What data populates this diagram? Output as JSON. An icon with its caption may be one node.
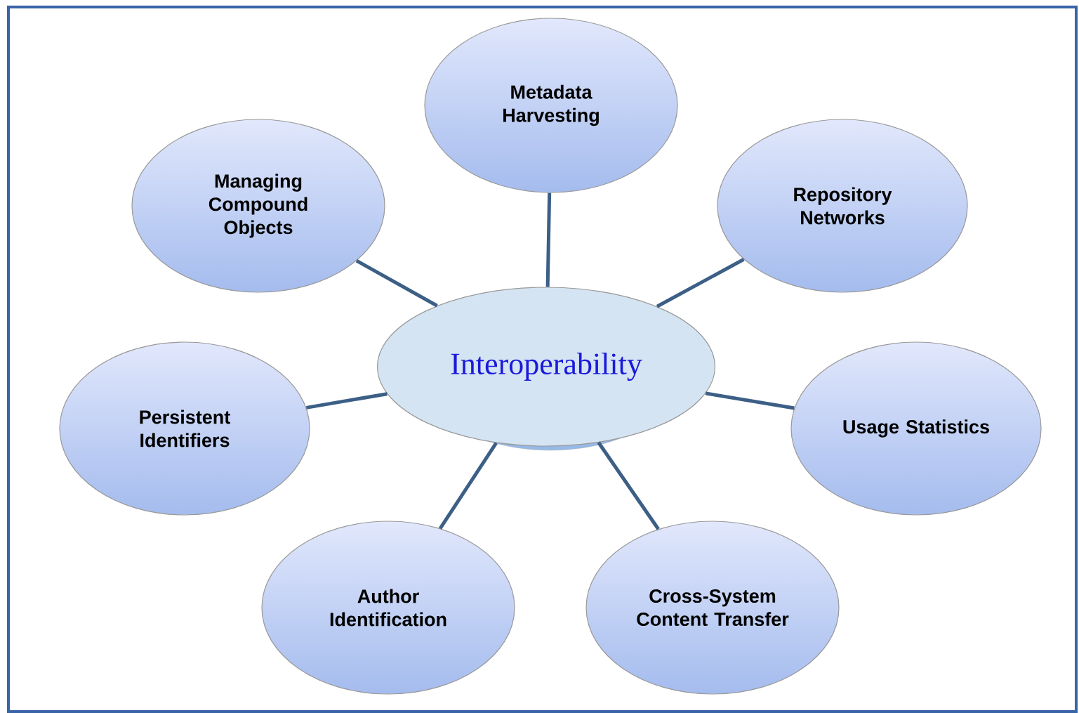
{
  "diagram": {
    "nodes": [
      {
        "text": [
          "Interoperability"
        ]
      },
      {
        "text": [
          "Metadata Harvesting"
        ]
      },
      {
        "text": [
          "Repository Networks"
        ]
      },
      {
        "text": [
          "Usage Statistics"
        ]
      },
      {
        "text": [
          "Cross-System Content Transfer"
        ]
      },
      {
        "text": [
          "Author Identification"
        ]
      },
      {
        "text": [
          "Persistent Identifiers"
        ]
      },
      {
        "text": [
          "Managing Compound Objects"
        ]
      }
    ],
    "edges": [
      {
        "from": 0,
        "to": 1,
        "arrow": "none"
      },
      {
        "from": 0,
        "to": 2,
        "arrow": "none"
      },
      {
        "from": 0,
        "to": 3,
        "arrow": "none"
      },
      {
        "from": 0,
        "to": 4,
        "arrow": "none"
      },
      {
        "from": 0,
        "to": 5,
        "arrow": "none"
      },
      {
        "from": 0,
        "to": 6,
        "arrow": "none"
      },
      {
        "from": 0,
        "to": 7,
        "arrow": "none"
      }
    ]
  }
}
